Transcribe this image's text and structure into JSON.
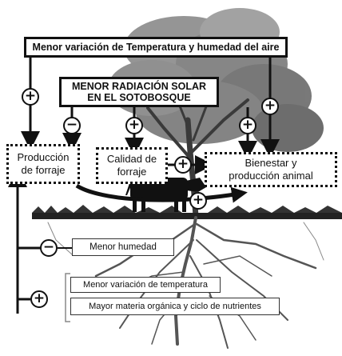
{
  "top_box": "Menor variación de Temperatura y humedad del aire",
  "radiation_box": "MENOR RADIACIÓN SOLAR\nEN EL SOTOBOSQUE",
  "forage_production": "Producción\nde forraje",
  "forage_quality": "Calidad de\nforraje",
  "animal_welfare": "Bienestar y\nproducción animal",
  "soil_humidity": "Menor humedad",
  "soil_temperature": "Menor variación de temperatura",
  "organic_matter": "Mayor materia orgánica y ciclo de nutrientes",
  "signs": {
    "plus": "+",
    "minus": "−"
  }
}
